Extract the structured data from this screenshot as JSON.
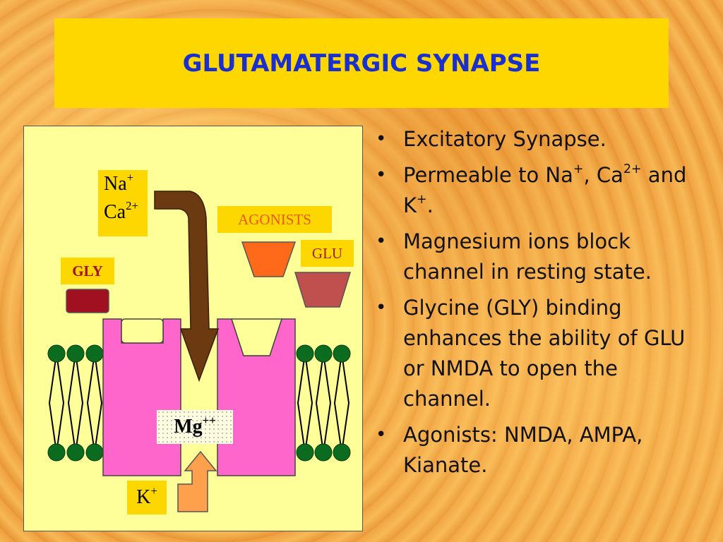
{
  "slide": {
    "title": "GLUTAMATERGIC SYNAPSE"
  },
  "diagram": {
    "na_label": "Na",
    "na_charge": "+",
    "ca_label": "Ca",
    "ca_charge": "2+",
    "agonists_label": "AGONISTS",
    "glu_label": "GLU",
    "gly_label": "GLY",
    "mg_label": "Mg",
    "mg_charge": "++",
    "k_label": "K",
    "k_charge": "+"
  },
  "bullets": {
    "b1": "Excitatory Synapse.",
    "b2_p1": "Permeable to Na",
    "b2_sup1": "+",
    "b2_p2": ", Ca",
    "b2_sup2": "2+",
    "b2_p3": " and K",
    "b2_sup3": "+",
    "b2_p4": ".",
    "b3": "Magnesium ions block channel in resting state.",
    "b4": "Glycine (GLY) binding enhances the ability of GLU or NMDA to open the channel.",
    "b5": "Agonists: NMDA, AMPA, Kianate."
  },
  "colors": {
    "title_text": "#1a2fd0",
    "title_bg": "#ffd700",
    "diagram_bg": "#ffff99",
    "channel": "#ff66cc",
    "lipid_head": "#0b6b1e",
    "arrow_in": "#6b3a10",
    "arrow_out": "#ffa04d",
    "agonist_orange": "#ff6a1a",
    "glu_shape": "#c0504d",
    "gly_shape": "#a01020"
  }
}
